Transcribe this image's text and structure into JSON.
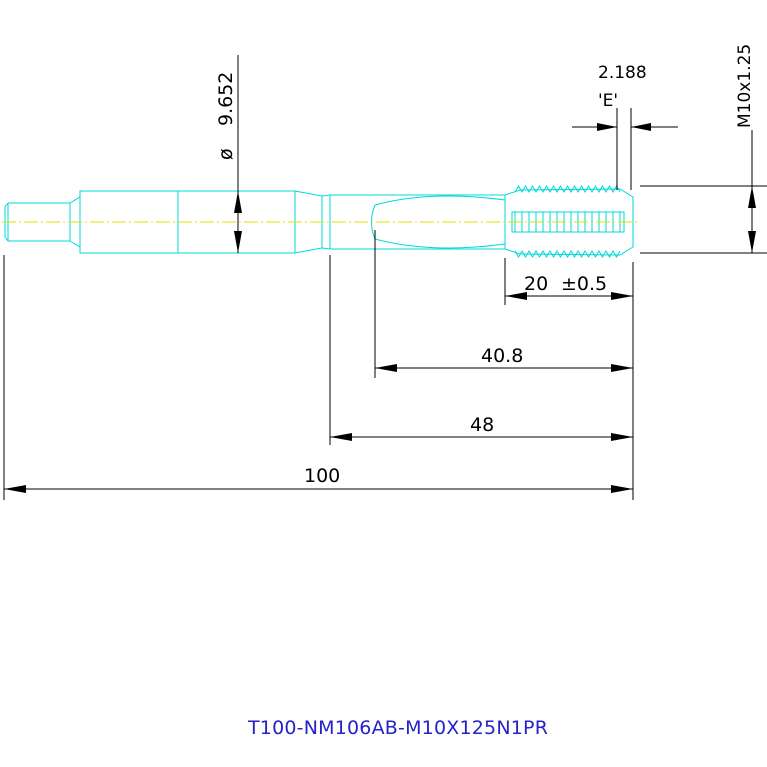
{
  "dimensions": {
    "diameter_symbol": "ø",
    "diameter_value": "9.652",
    "thread_callout": "M10x1.25",
    "pitch_value": "2.188",
    "detail_label": "'E'",
    "thread_length": "20",
    "thread_length_tol": "±0.5",
    "neck_length": "40.8",
    "shank_length": "48",
    "overall_length": "100"
  },
  "title_block": {
    "part_number": "T100-NM106AB-M10X125N1PR"
  },
  "colors": {
    "outline": "#00d8d8",
    "centerline": "#e0e000",
    "dimension": "#000000",
    "part_number": "#2323c8"
  }
}
